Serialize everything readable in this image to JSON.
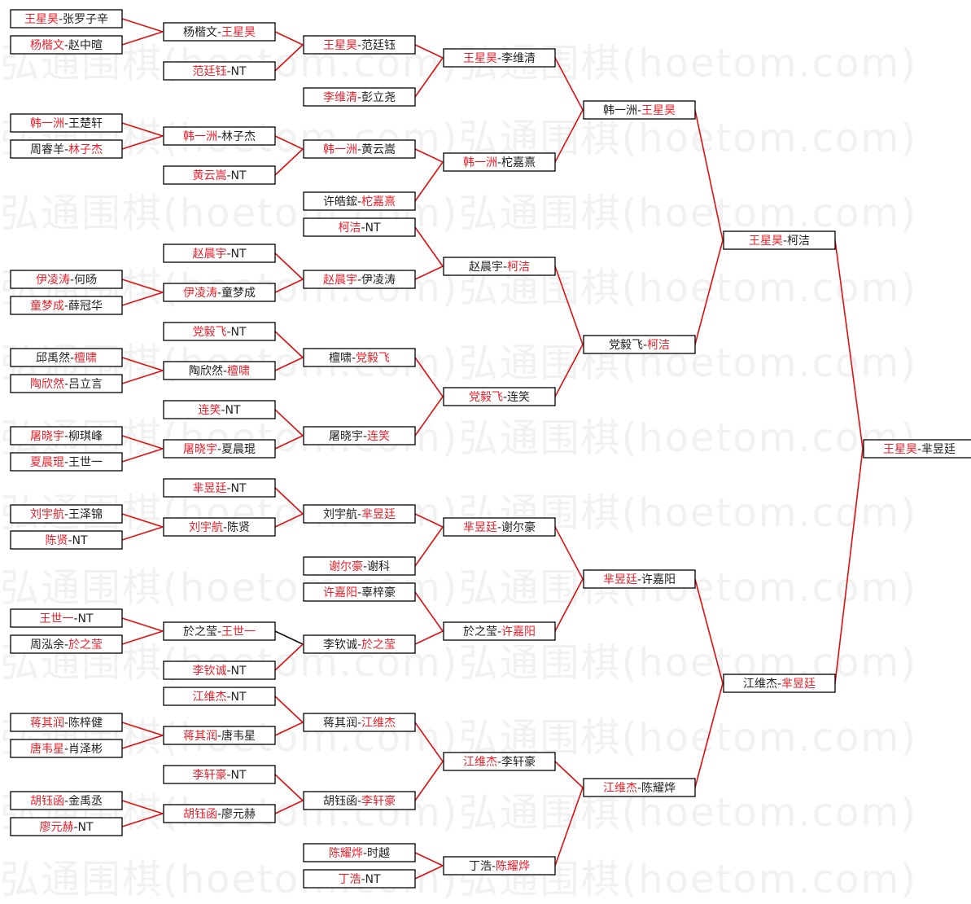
{
  "watermark": "弘通围棋(hoetom.com)弘通围棋(hoetom.com)",
  "colors": {
    "winner": "#e8212b",
    "text": "#222222",
    "line": "#e01010",
    "box": "#000000"
  },
  "matches": [
    {
      "a": "王星昊",
      "b": "张罗子辛",
      "w": "a"
    },
    {
      "a": "杨楷文",
      "b": "赵中暄",
      "w": "a"
    },
    {
      "a": "杨楷文",
      "b": "王星昊",
      "w": "b"
    },
    {
      "a": "范廷钰",
      "b": "NT",
      "w": "a"
    },
    {
      "a": "王星昊",
      "b": "范廷钰",
      "w": "a"
    },
    {
      "a": "李维清",
      "b": "彭立尧",
      "w": "a"
    },
    {
      "a": "王星昊",
      "b": "李维清",
      "w": "a"
    },
    {
      "a": "韩一洲",
      "b": "王楚轩",
      "w": "a"
    },
    {
      "a": "周睿羊",
      "b": "林子杰",
      "w": "b"
    },
    {
      "a": "韩一洲",
      "b": "林子杰",
      "w": "a"
    },
    {
      "a": "黄云嵩",
      "b": "NT",
      "w": "a"
    },
    {
      "a": "韩一洲",
      "b": "黄云嵩",
      "w": "a"
    },
    {
      "a": "许皓鋐",
      "b": "柁嘉熹",
      "w": "b"
    },
    {
      "a": "韩一洲",
      "b": "柁嘉熹",
      "w": "a"
    },
    {
      "a": "韩一洲",
      "b": "王星昊",
      "w": "b"
    },
    {
      "a": "柯洁",
      "b": "NT",
      "w": "a"
    },
    {
      "a": "赵晨宇",
      "b": "NT",
      "w": "a"
    },
    {
      "a": "伊凌涛",
      "b": "何旸",
      "w": "a"
    },
    {
      "a": "童梦成",
      "b": "薛冠华",
      "w": "a"
    },
    {
      "a": "伊凌涛",
      "b": "童梦成",
      "w": "a"
    },
    {
      "a": "赵晨宇",
      "b": "伊凌涛",
      "w": "a"
    },
    {
      "a": "赵晨宇",
      "b": "柯洁",
      "w": "b"
    },
    {
      "a": "党毅飞",
      "b": "NT",
      "w": "a"
    },
    {
      "a": "邱禹然",
      "b": "檀啸",
      "w": "b"
    },
    {
      "a": "陶欣然",
      "b": "吕立言",
      "w": "a"
    },
    {
      "a": "陶欣然",
      "b": "檀啸",
      "w": "b"
    },
    {
      "a": "檀啸",
      "b": "党毅飞",
      "w": "b"
    },
    {
      "a": "连笑",
      "b": "NT",
      "w": "a"
    },
    {
      "a": "屠晓宇",
      "b": "柳琪峰",
      "w": "a"
    },
    {
      "a": "夏晨琨",
      "b": "王世一",
      "w": "a"
    },
    {
      "a": "屠晓宇",
      "b": "夏晨琨",
      "w": "a"
    },
    {
      "a": "屠晓宇",
      "b": "连笑",
      "w": "b"
    },
    {
      "a": "党毅飞",
      "b": "连笑",
      "w": "a"
    },
    {
      "a": "党毅飞",
      "b": "柯洁",
      "w": "b"
    },
    {
      "a": "王星昊",
      "b": "柯洁",
      "w": "a"
    },
    {
      "a": "芈昱廷",
      "b": "NT",
      "w": "a"
    },
    {
      "a": "刘宇航",
      "b": "王泽锦",
      "w": "a"
    },
    {
      "a": "陈贤",
      "b": "NT",
      "w": "a"
    },
    {
      "a": "刘宇航",
      "b": "陈贤",
      "w": "a"
    },
    {
      "a": "刘宇航",
      "b": "芈昱廷",
      "w": "b"
    },
    {
      "a": "谢尔豪",
      "b": "谢科",
      "w": "a"
    },
    {
      "a": "芈昱廷",
      "b": "谢尔豪",
      "w": "a"
    },
    {
      "a": "许嘉阳",
      "b": "辜梓豪",
      "w": "a"
    },
    {
      "a": "王世一",
      "b": "NT",
      "w": "a"
    },
    {
      "a": "周泓余",
      "b": "於之莹",
      "w": "b"
    },
    {
      "a": "於之莹",
      "b": "王世一",
      "w": "b"
    },
    {
      "a": "李钦诚",
      "b": "NT",
      "w": "a"
    },
    {
      "a": "李钦诚",
      "b": "於之莹",
      "w": "b"
    },
    {
      "a": "於之莹",
      "b": "许嘉阳",
      "w": "b"
    },
    {
      "a": "芈昱廷",
      "b": "许嘉阳",
      "w": "a"
    },
    {
      "a": "江维杰",
      "b": "NT",
      "w": "a"
    },
    {
      "a": "蒋其润",
      "b": "陈梓健",
      "w": "a"
    },
    {
      "a": "唐韦星",
      "b": "肖泽彬",
      "w": "a"
    },
    {
      "a": "蒋其润",
      "b": "唐韦星",
      "w": "a"
    },
    {
      "a": "蒋其润",
      "b": "江维杰",
      "w": "b"
    },
    {
      "a": "李轩豪",
      "b": "NT",
      "w": "a"
    },
    {
      "a": "胡钰函",
      "b": "金禹丞",
      "w": "a"
    },
    {
      "a": "廖元赫",
      "b": "NT",
      "w": "a"
    },
    {
      "a": "胡钰函",
      "b": "廖元赫",
      "w": "a"
    },
    {
      "a": "胡钰函",
      "b": "李轩豪",
      "w": "b"
    },
    {
      "a": "江维杰",
      "b": "李轩豪",
      "w": "a"
    },
    {
      "a": "陈耀烨",
      "b": "时越",
      "w": "a"
    },
    {
      "a": "丁浩",
      "b": "NT",
      "w": "a"
    },
    {
      "a": "丁浩",
      "b": "陈耀烨",
      "w": "b"
    },
    {
      "a": "江维杰",
      "b": "陈耀烨",
      "w": "a"
    },
    {
      "a": "江维杰",
      "b": "芈昱廷",
      "w": "b"
    },
    {
      "a": "王星昊",
      "b": "芈昱廷",
      "w": "a"
    }
  ]
}
